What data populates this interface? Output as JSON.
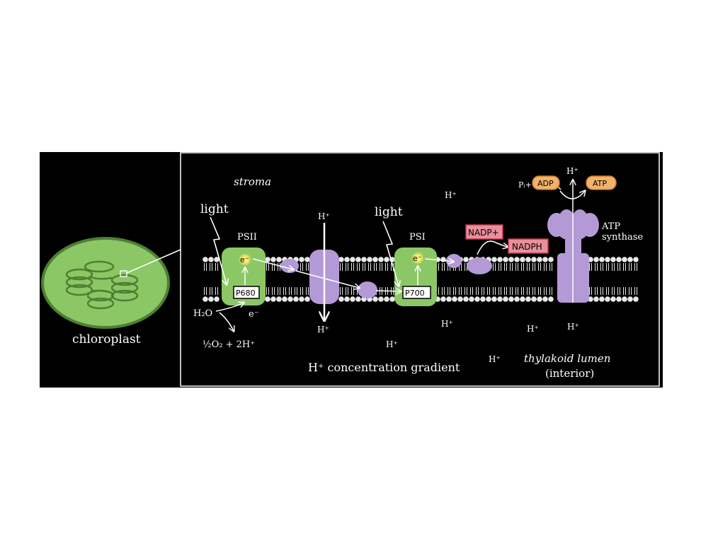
{
  "colors": {
    "background": "#000000",
    "page": "#ffffff",
    "chloroplast_fill": "#8cc765",
    "chloroplast_stroke": "#4f7f34",
    "photosystem_fill": "#8cc765",
    "protein_fill": "#b39ad6",
    "nadp_fill": "#e8909c",
    "atp_fill": "#f2b26b",
    "lipid": "#e9e9e9",
    "text": "#ffffff"
  },
  "labels": {
    "chloroplast": "chloroplast",
    "stroma": "stroma",
    "light_left": "light",
    "light_right": "light",
    "psii": "PSII",
    "psi": "PSI",
    "p680": "P680",
    "p700": "P700",
    "electron_top_left": "e⁻",
    "electron_top_right": "e⁻",
    "electron_water": "e⁻",
    "water": "H₂O",
    "water_products": "½O₂ + 2H⁺",
    "nadp_plus": "NADP+",
    "nadph": "NADPH",
    "pi": "Pᵢ+",
    "adp": "ADP",
    "atp": "ATP",
    "atp_synthase_line1": "ATP",
    "atp_synthase_line2": "synthase",
    "thylakoid_line1": "thylakoid lumen",
    "thylakoid_line2": "(interior)",
    "gradient": "H⁺ concentration gradient",
    "h_plus": "H⁺"
  },
  "icons": [
    "lightning-icon",
    "electron-icon",
    "arrow-icon"
  ]
}
